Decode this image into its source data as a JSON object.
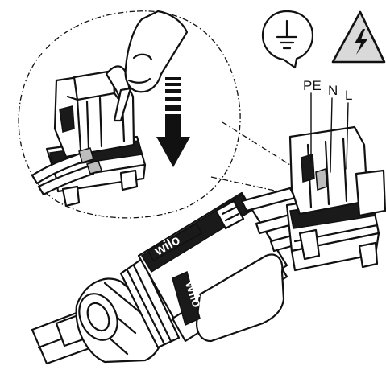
{
  "labels": {
    "pe": "PE",
    "n": "N",
    "l": "L"
  },
  "brand": {
    "top": "wilo",
    "side": "wilo"
  },
  "icons": {
    "ground": "ground-symbol-icon",
    "warning": "electrical-hazard-warning-icon",
    "arrow": "press-down-arrow-icon",
    "finger": "finger-icon"
  },
  "colors": {
    "line": "#111111",
    "warning_fill": "#d9d9d9",
    "background": "#ffffff"
  }
}
